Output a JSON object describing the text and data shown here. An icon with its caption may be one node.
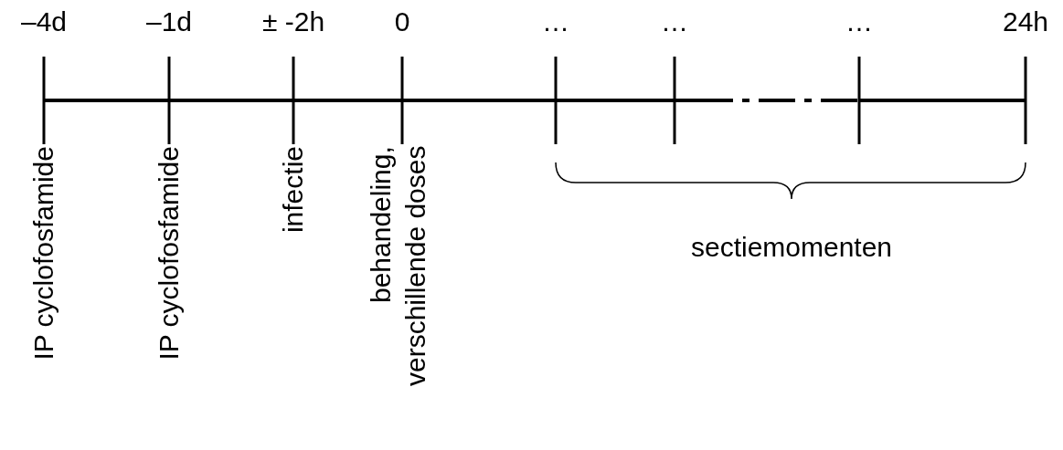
{
  "diagram": {
    "labels": [
      "–4d",
      "–1d",
      "± -2h",
      "0",
      "…",
      "…",
      "…",
      "24h",
      "IP cyclofosfamide",
      "IP cyclofosfamide",
      "infectie",
      "behandeling, verschillende doses",
      "sectiemomenten"
    ]
  }
}
